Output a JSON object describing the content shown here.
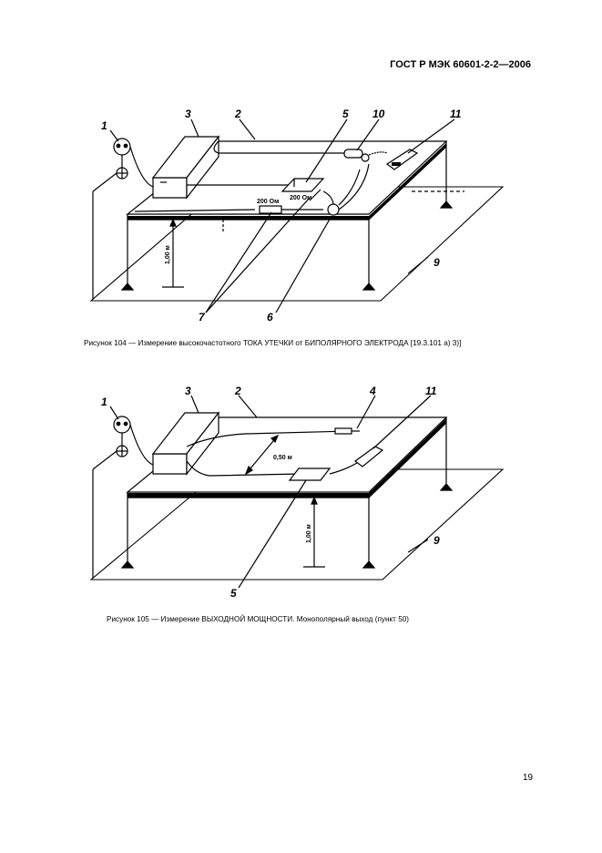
{
  "header": {
    "standard": "ГОСТ Р МЭК 60601-2-2—2006"
  },
  "figure104": {
    "caption": "Рисунок 104 — Измерение высокочастотного ТОКА УТЕЧКИ от БИПОЛЯРНОГО ЭЛЕКТРОДА [19.3.101 а) 3)]",
    "callouts": {
      "c1": "1",
      "c2": "2",
      "c3": "3",
      "c5": "5",
      "c6": "6",
      "c7": "7",
      "c9": "9",
      "c10": "10",
      "c11": "11"
    },
    "resistor_a": "200 Ом",
    "resistor_b": "200 Ом",
    "height": "1,00 м"
  },
  "figure105": {
    "caption": "Рисунок 105 — Измерение ВЫХОДНОЙ МОЩНОСТИ. Монополярный выход (пункт 50)",
    "callouts": {
      "c1": "1",
      "c2": "2",
      "c3": "3",
      "c4": "4",
      "c5": "5",
      "c9": "9",
      "c11": "11"
    },
    "distance": "0,50 м",
    "height": "1,00 м"
  },
  "page_number": "19"
}
